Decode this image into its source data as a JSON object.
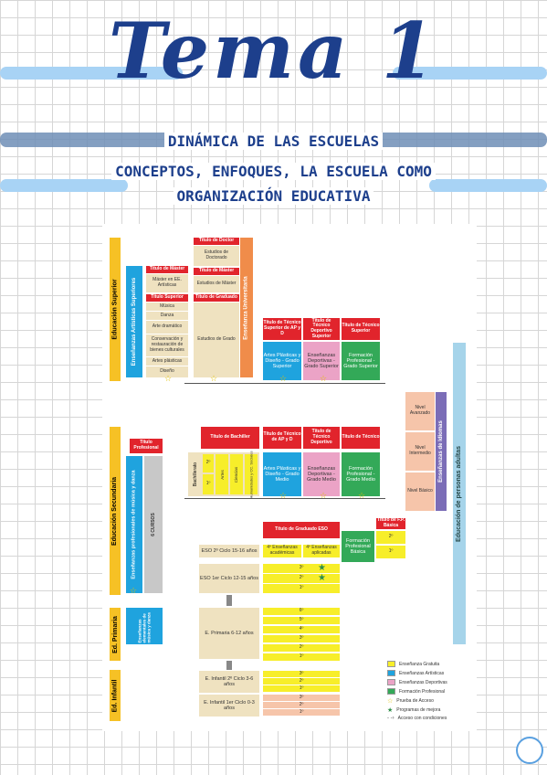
{
  "header": {
    "title": "Tema 1",
    "line1": "DINÁMICA DE LAS ESCUELAS",
    "line2": "CONCEPTOS, ENFOQUES, LA ESCUELA COMO",
    "line3": "ORGANIZACIÓN EDUCATIVA"
  },
  "colors": {
    "band_light": "#a8d3f5",
    "band_dark": "#6e8eb6",
    "title": "#1d3f8c"
  },
  "diagram": {
    "vertical_labels": {
      "superior": "Educación Superior",
      "artisticas_sup": "Enseñanzas Artísticas Superiores",
      "universitaria": "Enseñanza Universitaria",
      "secundaria": "Educación Secundaria",
      "prof_musica": "Enseñanzas profesionales de música y danza",
      "seis_cursos": "6 CURSOS",
      "primaria": "Ed. Primaria",
      "elem_musica": "Enseñanzas elementales de música y danza",
      "infantil": "Ed. Infantil",
      "idiomas": "Enseñanzas de Idiomas",
      "adultos": "Educación de personas adultas",
      "bachillerato": "Bachillerato"
    },
    "titles": {
      "doctor": "Título de Doctor",
      "master": "Título de Máster",
      "master_art": "Título de Máster",
      "superior": "Título Superior",
      "graduado": "Título de Graduado",
      "tec_sup_ap": "Título de Técnico Superior de AP y D",
      "tec_dep_sup": "Título de Técnico Deportivo Superior",
      "tec_superior": "Título de Técnico Superior",
      "profesional": "Título Profesional",
      "bachiller": "Título de Bachiller",
      "tec_apd": "Título de Técnico de AP y D",
      "tec_dep": "Título de Técnico Deportivo",
      "tecnico": "Título de Técnico",
      "grad_eso": "Título de Graduado ESO",
      "fp_basica": "Título de F.P. Básica"
    },
    "studies": {
      "doctorado": "Estudios de Doctorado",
      "master": "Estudios de Máster",
      "grado": "Estudios de Grado",
      "master_art": "Máster en EE. Artísticas",
      "musica": "Música",
      "danza": "Danza",
      "arte_dram": "Arte dramático",
      "conservacion": "Conservación y restauración de bienes culturales",
      "artes_plast": "Artes plásticas",
      "diseno": "Diseño",
      "ap_sup": "Artes Plásticas y Diseño - Grado Superior",
      "dep_sup": "Enseñanzas Deportivas - Grado Superior",
      "fp_sup": "Formación Profesional - Grado Superior",
      "ap_med": "Artes Plásticas y Diseño - Grado Medio",
      "dep_med": "Enseñanzas Deportivas - Grado Medio",
      "fp_med": "Formación Profesional - Grado Medio",
      "fp_basica": "Formación Profesional Básica",
      "bach_artes": "Artes",
      "bach_ciencias": "Ciencias",
      "bach_human": "Humanidades y CC. Sociales",
      "eso2": "ESO 2º Ciclo 15-16 años",
      "eso_acad": "4º Enseñanzas académicas",
      "eso_apl": "4º Enseñanzas aplicadas",
      "eso1": "ESO 1er Ciclo 12-15 años",
      "primaria": "E. Primaria 6-12 años",
      "inf2": "E. Infantil 2º Ciclo 3-6 años",
      "inf1": "E. Infantil 1er Ciclo 0-3 años",
      "nivel_av": "Nivel Avanzado",
      "nivel_int": "Nivel Intermedio",
      "nivel_bas": "Nivel Básico"
    },
    "courses": {
      "bach": [
        "2º",
        "1º"
      ],
      "fpb": [
        "2º",
        "1º"
      ],
      "eso1": [
        "3º",
        "2º",
        "1º"
      ],
      "primaria": [
        "6º",
        "5º",
        "4º",
        "3º",
        "2º",
        "1º"
      ],
      "inf2": [
        "3º",
        "2º",
        "1º"
      ],
      "inf1": [
        "3º",
        "2º",
        "1º"
      ]
    },
    "legend": [
      {
        "label": "Enseñanza Gratuita",
        "color": "#f7ee2a"
      },
      {
        "label": "Enseñanzas Artísticas",
        "color": "#1fa3de"
      },
      {
        "label": "Enseñanzas Deportivas",
        "color": "#eba3c6"
      },
      {
        "label": "Formación Profesional",
        "color": "#33a958"
      },
      {
        "label": "Prueba de Acceso",
        "symbol": "star-outline"
      },
      {
        "label": "Programas de mejora",
        "symbol": "star-green"
      },
      {
        "label": "Acceso con condiciones",
        "symbol": "dashed-arrow"
      }
    ]
  }
}
